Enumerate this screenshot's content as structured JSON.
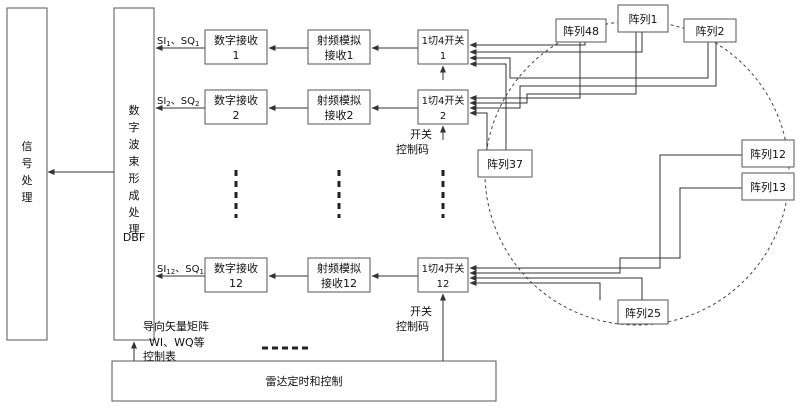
{
  "left": {
    "signal_processing": "信号处理",
    "dbf_label": "数字波束形成处理",
    "dbf_suffix": "DBF"
  },
  "channels": [
    {
      "si": "SI",
      "sq": "SQ",
      "sub": "1",
      "digital": [
        "数字接收",
        "1"
      ],
      "rf": [
        "射频模拟",
        "接收1"
      ],
      "switch": [
        "1切4开关",
        "1"
      ]
    },
    {
      "si": "SI",
      "sq": "SQ",
      "sub": "2",
      "digital": [
        "数字接收",
        "2"
      ],
      "rf": [
        "射频模拟",
        "接收2"
      ],
      "switch": [
        "1切4开关",
        "2"
      ]
    },
    {
      "si": "SI",
      "sq": "SQ",
      "sub": "12",
      "digital": [
        "数字接收",
        "12"
      ],
      "rf": [
        "射频模拟",
        "接收12"
      ],
      "switch": [
        "1切4开关",
        "12"
      ]
    }
  ],
  "separator": "、",
  "switch_control": [
    "开关",
    "控制码"
  ],
  "steering": [
    "导向矢量矩阵",
    "WI、WQ等",
    "控制表"
  ],
  "radar_timing": "雷达定时和控制",
  "arrays": {
    "a48": "阵列48",
    "a1": "阵列1",
    "a2": "阵列2",
    "a37": "阵列37",
    "a12": "阵列12",
    "a13": "阵列13",
    "a25": "阵列25"
  }
}
